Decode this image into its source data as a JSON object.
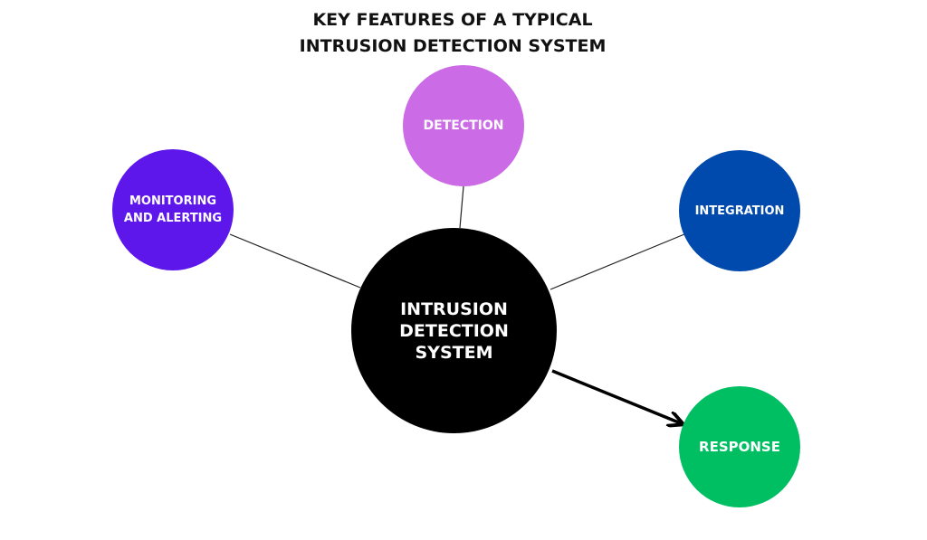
{
  "title": {
    "line1": "KEY FEATURES OF A TYPICAL",
    "line2": "INTRUSION DETECTION SYSTEM"
  },
  "nodes": {
    "center": {
      "label": "INTRUSION\nDETECTION\nSYSTEM",
      "color": "#000000"
    },
    "detection": {
      "label": "DETECTION",
      "color": "#cb6ce6"
    },
    "monitoring": {
      "label": "MONITORING\nAND ALERTING",
      "color": "#5e17eb"
    },
    "integration": {
      "label": "INTEGRATION",
      "color": "#004aad"
    },
    "response": {
      "label": "RESPONSE",
      "color": "#00bf63"
    }
  },
  "connectors": {
    "line_color": "#222222",
    "arrow_color": "#000000"
  }
}
